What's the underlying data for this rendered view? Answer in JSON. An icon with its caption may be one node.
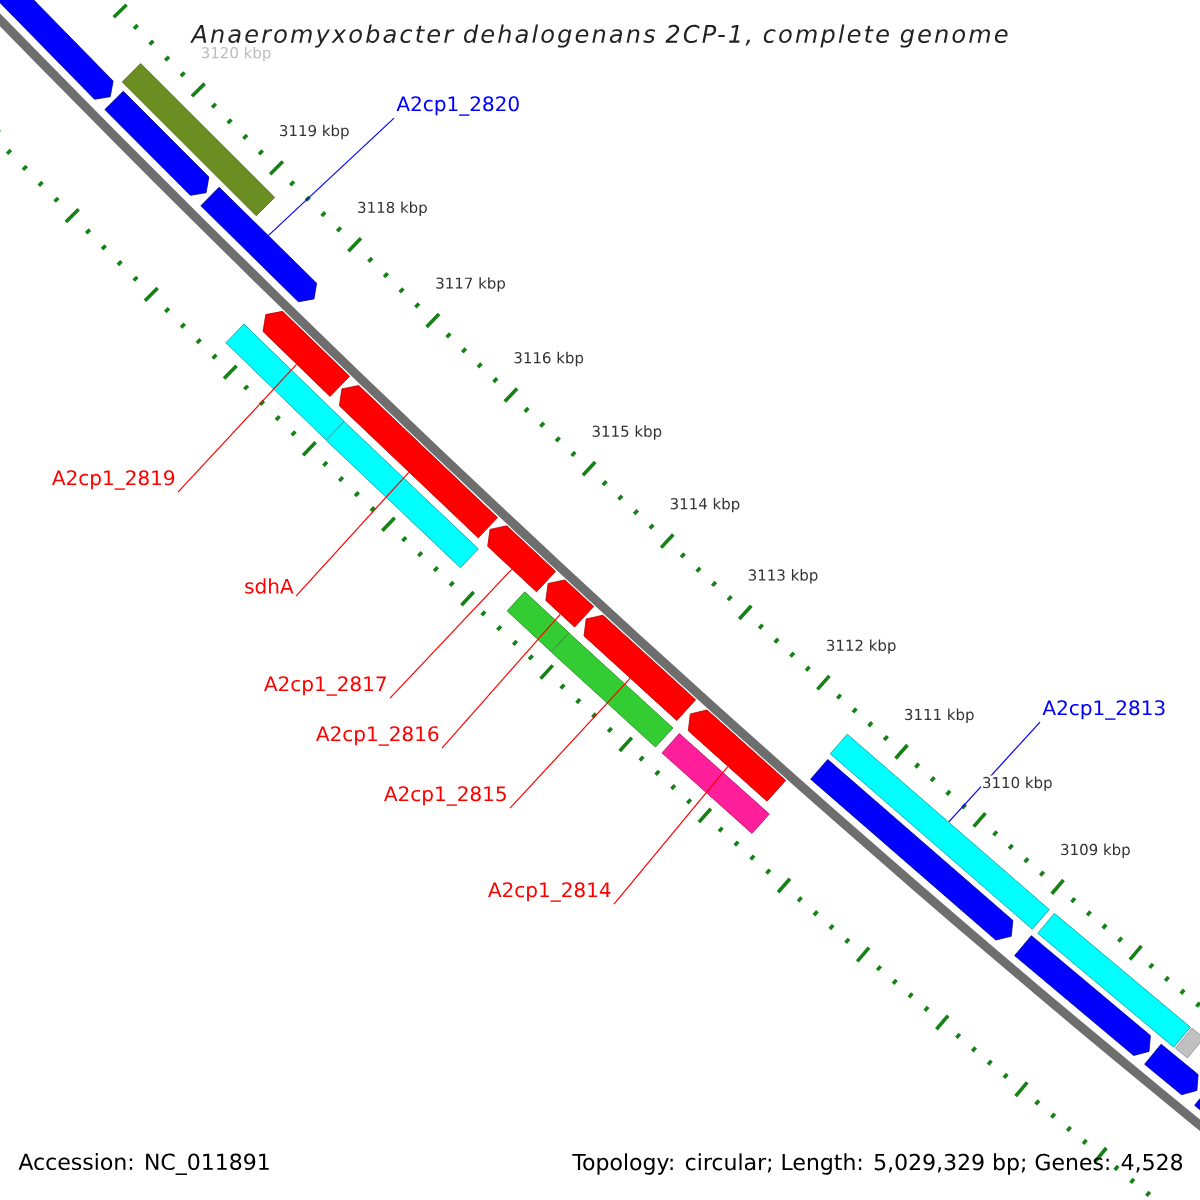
{
  "diagram": {
    "title": "Anaeromyxobacter dehalogenans 2CP-1, complete genome",
    "nodes": [
      {
        "text": [
          "A2cp1_2820"
        ]
      },
      {
        "text": [
          "A2cp1_2819"
        ]
      },
      {
        "text": [
          "sdhA"
        ]
      },
      {
        "text": [
          "A2cp1_2817"
        ]
      },
      {
        "text": [
          "A2cp1_2813"
        ]
      },
      {
        "text": [
          "A2cp1_2816"
        ]
      },
      {
        "text": [
          "A2cp1_2815"
        ]
      },
      {
        "text": [
          "A2cp1_2814"
        ]
      },
      {
        "text": [],
        "shape": "arrow"
      },
      {
        "text": [],
        "shape": "bar"
      },
      {
        "text": [],
        "shape": "arrow"
      },
      {
        "text": [],
        "shape": "arrow"
      },
      {
        "text": [],
        "shape": "bar"
      },
      {
        "text": [],
        "shape": "arrow"
      },
      {
        "text": [],
        "shape": "arrow"
      },
      {
        "text": [],
        "shape": "bar"
      },
      {
        "text": [],
        "shape": "arrow"
      },
      {
        "text": [],
        "shape": "bar"
      },
      {
        "text": [],
        "shape": "arrow"
      },
      {
        "text": [],
        "shape": "bar"
      },
      {
        "text": [],
        "shape": "arrow"
      },
      {
        "text": [],
        "shape": "bar"
      },
      {
        "text": [],
        "shape": "arrow"
      },
      {
        "text": [],
        "shape": "arrow"
      },
      {
        "text": [],
        "shape": "bar"
      },
      {
        "text": [],
        "shape": "arrow"
      },
      {
        "text": [],
        "shape": "bar"
      },
      {
        "text": [],
        "shape": "arrow"
      },
      {
        "text": [],
        "shape": "bar"
      },
      {
        "text": [],
        "shape": "arrow"
      }
    ],
    "edges": [
      {
        "from": 0,
        "to": 11,
        "arrow": "none",
        "color": "#0000ff"
      },
      {
        "from": 1,
        "to": 13,
        "arrow": "none"
      },
      {
        "from": 2,
        "to": 14,
        "arrow": "none"
      },
      {
        "from": 3,
        "to": 16,
        "arrow": "none"
      },
      {
        "from": 4,
        "to": 24,
        "arrow": "none",
        "color": "#0000ff"
      },
      {
        "from": 5,
        "to": 18,
        "arrow": "none"
      },
      {
        "from": 6,
        "to": 20,
        "arrow": "none"
      },
      {
        "from": 7,
        "to": 22,
        "arrow": "none"
      }
    ],
    "labels": [
      "3120 kbp",
      "3119 kbp",
      "3118 kbp",
      "3117 kbp",
      "3116 kbp",
      "3115 kbp",
      "3114 kbp",
      "3113 kbp",
      "3112 kbp",
      "3111 kbp",
      "3110 kbp",
      "3109 kbp",
      "Accession: NC_011891",
      "Topology: circular; Length: 5,029,329 bp; Genes: 4,528"
    ]
  }
}
